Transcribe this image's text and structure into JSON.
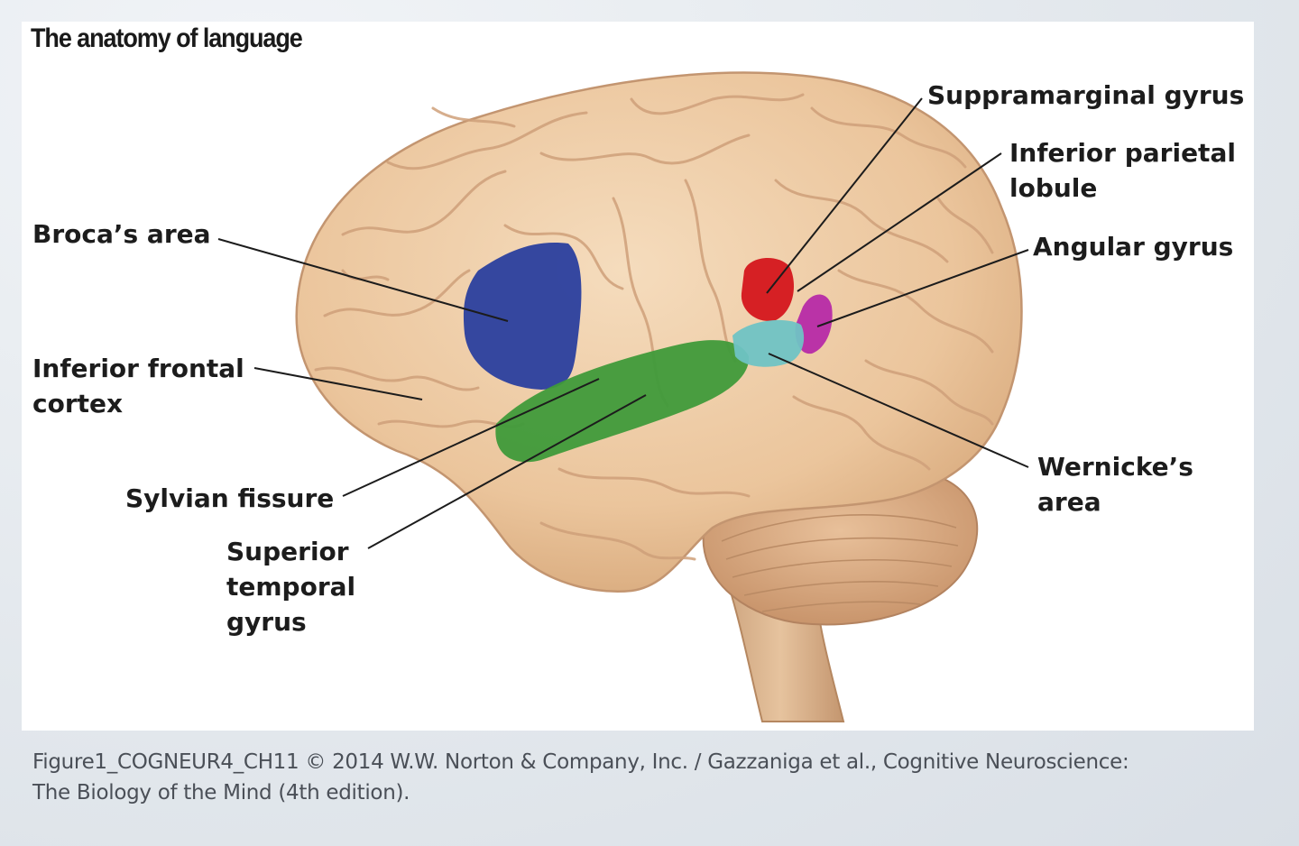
{
  "figure": {
    "title": "The anatomy of language"
  },
  "labels": {
    "brocas_area": "Broca’s area",
    "inferior_frontal_cortex_line1": "Inferior frontal",
    "inferior_frontal_cortex_line2": "cortex",
    "sylvian_fissure": "Sylvian fissure",
    "superior_temporal_gyrus_line1": "Superior",
    "superior_temporal_gyrus_line2": "temporal",
    "superior_temporal_gyrus_line3": "gyrus",
    "suppramarginal_gyrus": "Suppramarginal gyrus",
    "inferior_parietal_lobule_line1": "Inferior parietal",
    "inferior_parietal_lobule_line2": "lobule",
    "angular_gyrus": "Angular gyrus",
    "wernickes_area_line1": "Wernicke’s",
    "wernickes_area_line2": "area"
  },
  "regions": {
    "brocas_area_color": "#2a3f9e",
    "superior_temporal_gyrus_color": "#3f9a3a",
    "suppramarginal_gyrus_color": "#d4161c",
    "angular_gyrus_color": "#b62aa6",
    "wernickes_area_color": "#6fc3c4",
    "brain_color": "#ecc9a1",
    "cerebellum_color": "#dcb08a"
  },
  "caption": {
    "line1": "Figure1_COGNEUR4_CH11 © 2014 W.W. Norton & Company, Inc. / Gazzaniga et al., Cognitive Neuroscience:",
    "line2": "The Biology of the Mind (4th edition)."
  }
}
